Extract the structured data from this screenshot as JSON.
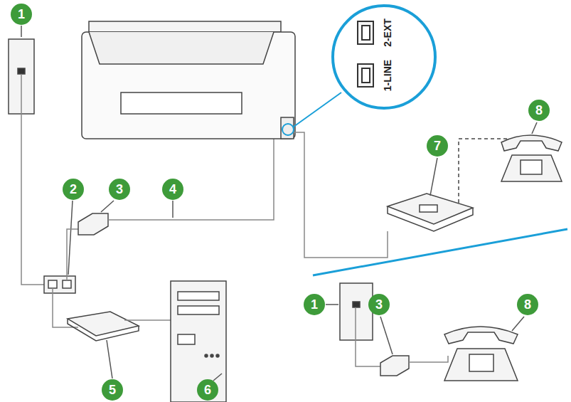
{
  "diagram": {
    "labels": [
      "1",
      "2",
      "3",
      "4",
      "5",
      "6",
      "7",
      "8",
      "2-EXT",
      "1-LINE",
      "1",
      "3",
      "8"
    ]
  }
}
